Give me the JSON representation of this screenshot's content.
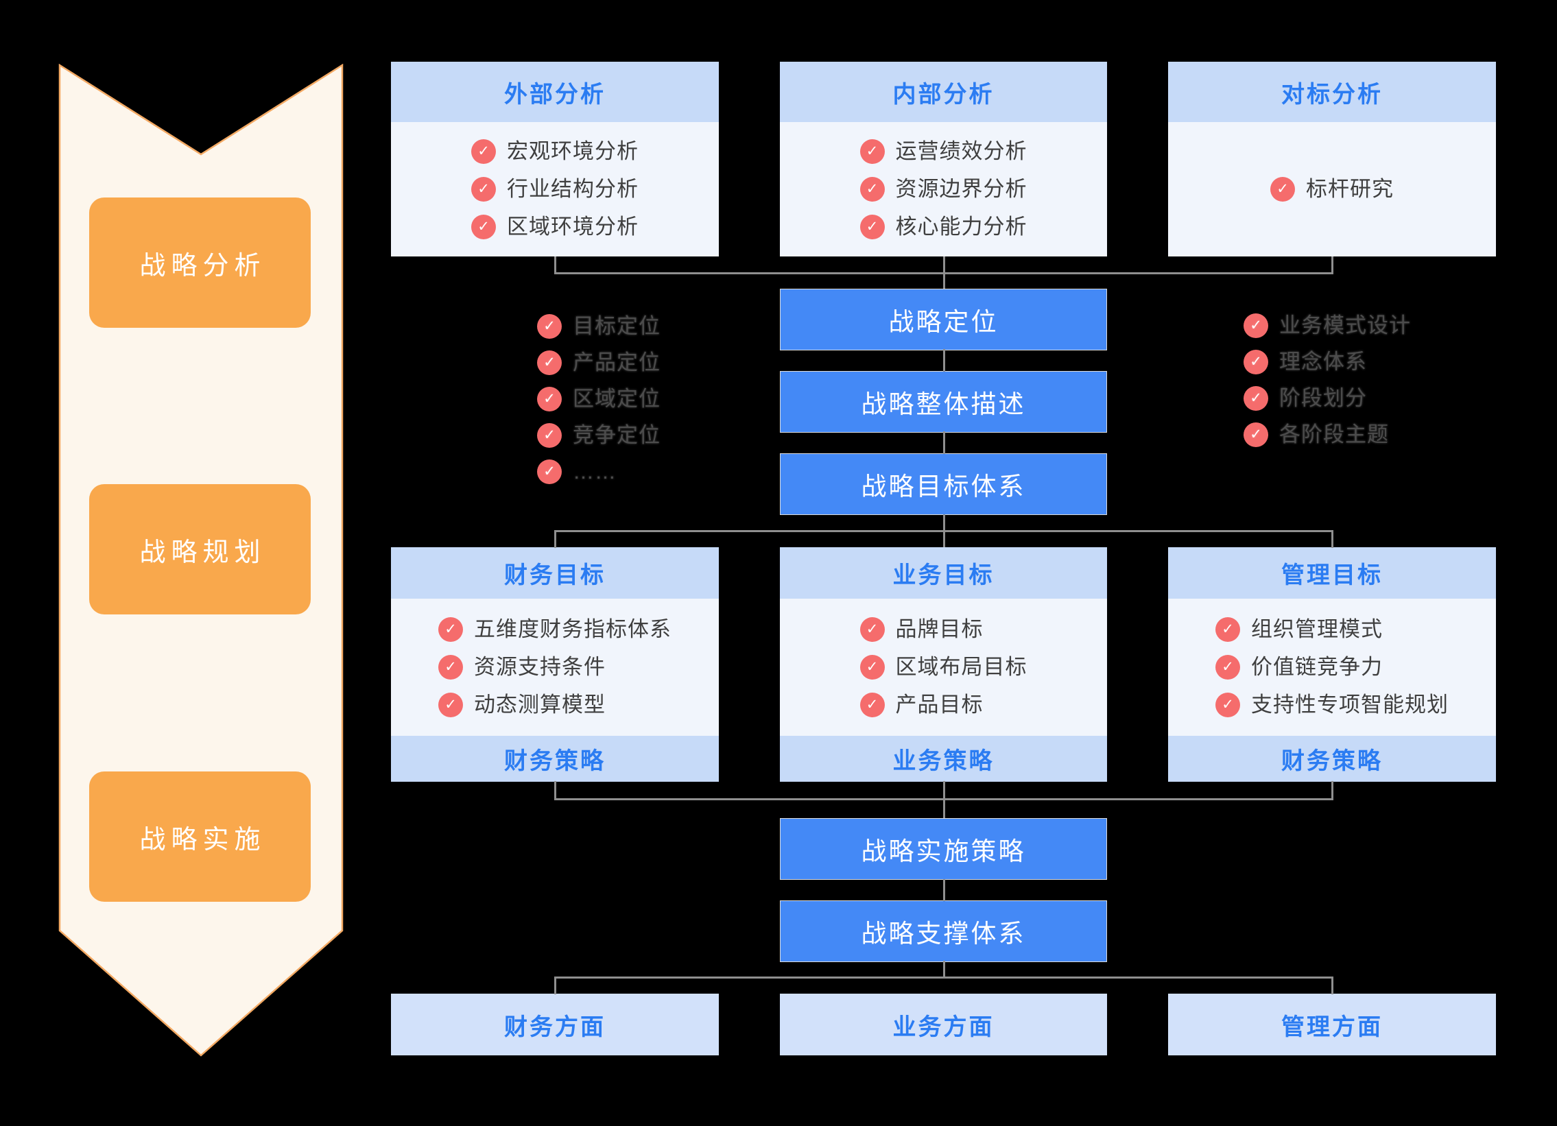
{
  "colors": {
    "background": "#000000",
    "accent_blue_text": "#2b7cf2",
    "spine_box_blue": "#4489f6",
    "panel_header_blue": "#c6daf8",
    "panel_body": "#f1f5fc",
    "bottom_box_blue": "#d2e1fa",
    "check_red": "#f56c6c",
    "stage_orange": "#f9a84c",
    "arrow_cream": "#fdf6ec",
    "arrow_border": "#f3a963",
    "connector_gray": "#8f8f8f",
    "item_text": "#3f3f3f"
  },
  "icons": {
    "check": "✓"
  },
  "stages": [
    {
      "label": "战略分析"
    },
    {
      "label": "战略规划"
    },
    {
      "label": "战略实施"
    }
  ],
  "top_row": [
    {
      "title": "外部分析",
      "items": [
        "宏观环境分析",
        "行业结构分析",
        "区域环境分析"
      ]
    },
    {
      "title": "内部分析",
      "items": [
        "运营绩效分析",
        "资源边界分析",
        "核心能力分析"
      ]
    },
    {
      "title": "对标分析",
      "items": [
        "标杆研究"
      ]
    }
  ],
  "positioning": {
    "left_list": [
      "目标定位",
      "产品定位",
      "区域定位",
      "竞争定位",
      "……"
    ],
    "center_boxes": [
      "战略定位",
      "战略整体描述",
      "战略目标体系"
    ],
    "right_list": [
      "业务模式设计",
      "理念体系",
      "阶段划分",
      "各阶段主题"
    ]
  },
  "goal_row": [
    {
      "title": "财务目标",
      "items": [
        "五维度财务指标体系",
        "资源支持条件",
        "动态测算模型"
      ],
      "footer": "财务策略"
    },
    {
      "title": "业务目标",
      "items": [
        "品牌目标",
        "区域布局目标",
        "产品目标"
      ],
      "footer": "业务策略"
    },
    {
      "title": "管理目标",
      "items": [
        "组织管理模式",
        "价值链竞争力",
        "支持性专项智能规划"
      ],
      "footer": "财务策略"
    }
  ],
  "implementation": {
    "strategy_box": "战略实施策略",
    "support_box": "战略支撑体系"
  },
  "bottom_row": [
    "财务方面",
    "业务方面",
    "管理方面"
  ]
}
